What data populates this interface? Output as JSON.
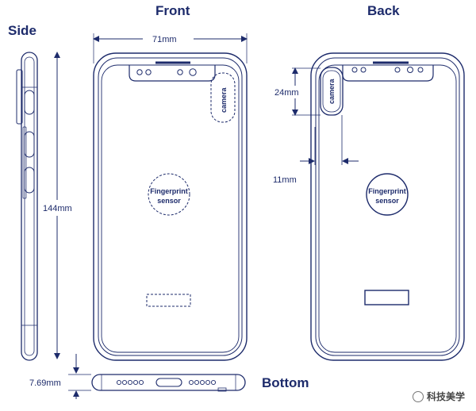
{
  "titles": {
    "side": "Side",
    "front": "Front",
    "back": "Back",
    "bottom": "Bottom"
  },
  "dimensions": {
    "width": "71mm",
    "height": "144mm",
    "thickness": "7.69mm",
    "camera_height": "24mm",
    "camera_offset": "11mm"
  },
  "features": {
    "front_camera": "camera",
    "back_camera": "camera",
    "fp_line1": "Fingerprint",
    "fp_line2": "sensor"
  },
  "watermark": "科技美学",
  "colors": {
    "line": "#1d2b6b"
  }
}
